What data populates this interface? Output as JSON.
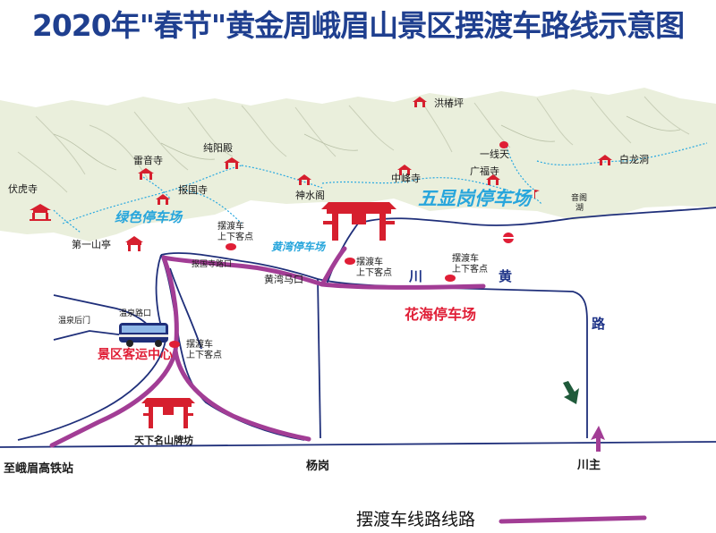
{
  "title": "2020年\"春节\"黄金周峨眉山景区摆渡车路线示意图",
  "colors": {
    "title": "#1f3f8f",
    "road": "#1f2f7a",
    "shuttle_route": "#a23d95",
    "parking_red": "#e01e36",
    "parking_cyan": "#28a6dc",
    "temple_icon": "#d61f2e",
    "trail": "#2aa9e0",
    "terrain": "#e9eedd"
  },
  "temples": {
    "fuhu": "伏虎寺",
    "leiyin": "雷音寺",
    "chunyang": "纯阳殿",
    "baoguo": "报国寺",
    "shenshui": "神水阁",
    "zhongfeng": "中峰寺",
    "guangfu": "广福寺",
    "yixiantian": "一线天",
    "hongchunping": "洪椿坪",
    "bailong": "白龙洞",
    "diyishanting": "第一山亭",
    "qingyin": "音阁",
    "lake": "湖"
  },
  "parking": {
    "lvse": "绿色停车场",
    "huangwan": "黄湾停车场",
    "wuxiangang": "五显岗停车场",
    "huahai": "花海停车场",
    "transit": "景区客运中心"
  },
  "places": {
    "wenquan_houmen": "温泉后门",
    "wenquan_road": "温泉路口",
    "baoguosi_road": "报国寺路口",
    "huangwan_makou": "黄湾马口",
    "archway": "天下名山牌坊",
    "highspeed": "至峨眉高铁站",
    "yanggang": "杨岗",
    "chuanzhu": "川主"
  },
  "stop_label": {
    "line1": "摆渡车",
    "line2": "上下客点"
  },
  "road_chars": {
    "chuan": "川",
    "huang": "黄",
    "lu": "路"
  },
  "legend": {
    "label": "摆渡车线路线路"
  }
}
